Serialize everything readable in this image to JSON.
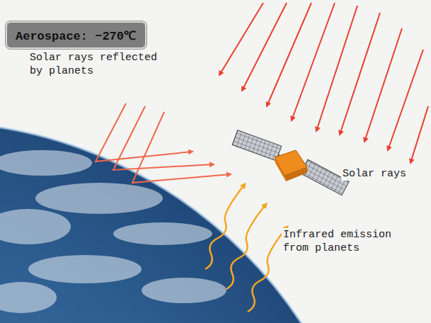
{
  "diagram": {
    "nodes": [
      {
        "text": [
          "Aerospace: −270℃"
        ]
      }
    ],
    "labels": [
      "Solar rays reflected by planets",
      "Solar rays",
      "Infrared emission from planets"
    ]
  }
}
